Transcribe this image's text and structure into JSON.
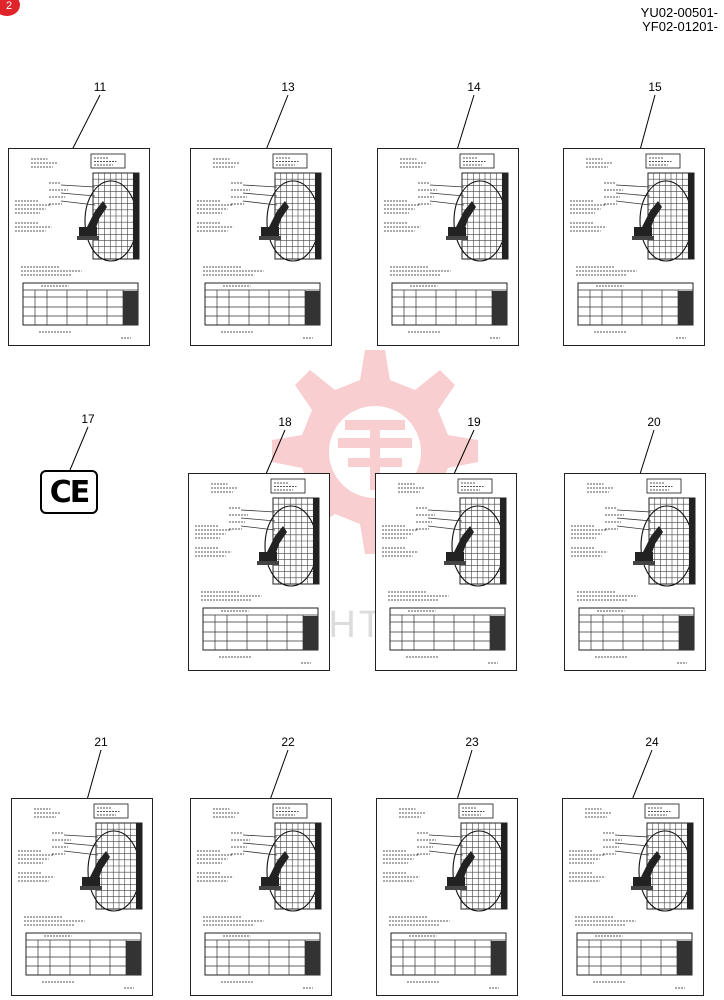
{
  "header": {
    "badge": "2",
    "model_lines": [
      "YU02-00501-",
      "YF02-01201-"
    ]
  },
  "parts": [
    {
      "id": "11",
      "kind": "load-chart-decal"
    },
    {
      "id": "13",
      "kind": "load-chart-decal"
    },
    {
      "id": "14",
      "kind": "load-chart-decal"
    },
    {
      "id": "15",
      "kind": "load-chart-decal"
    },
    {
      "id": "17",
      "kind": "ce-mark-decal",
      "mark": "CE"
    },
    {
      "id": "18",
      "kind": "load-chart-decal"
    },
    {
      "id": "19",
      "kind": "load-chart-decal"
    },
    {
      "id": "20",
      "kind": "load-chart-decal"
    },
    {
      "id": "21",
      "kind": "load-chart-decal"
    },
    {
      "id": "22",
      "kind": "load-chart-decal"
    },
    {
      "id": "23",
      "kind": "load-chart-decal"
    },
    {
      "id": "24",
      "kind": "load-chart-decal"
    }
  ],
  "watermark": {
    "text": "SHTEC",
    "color": "#e8262c"
  }
}
